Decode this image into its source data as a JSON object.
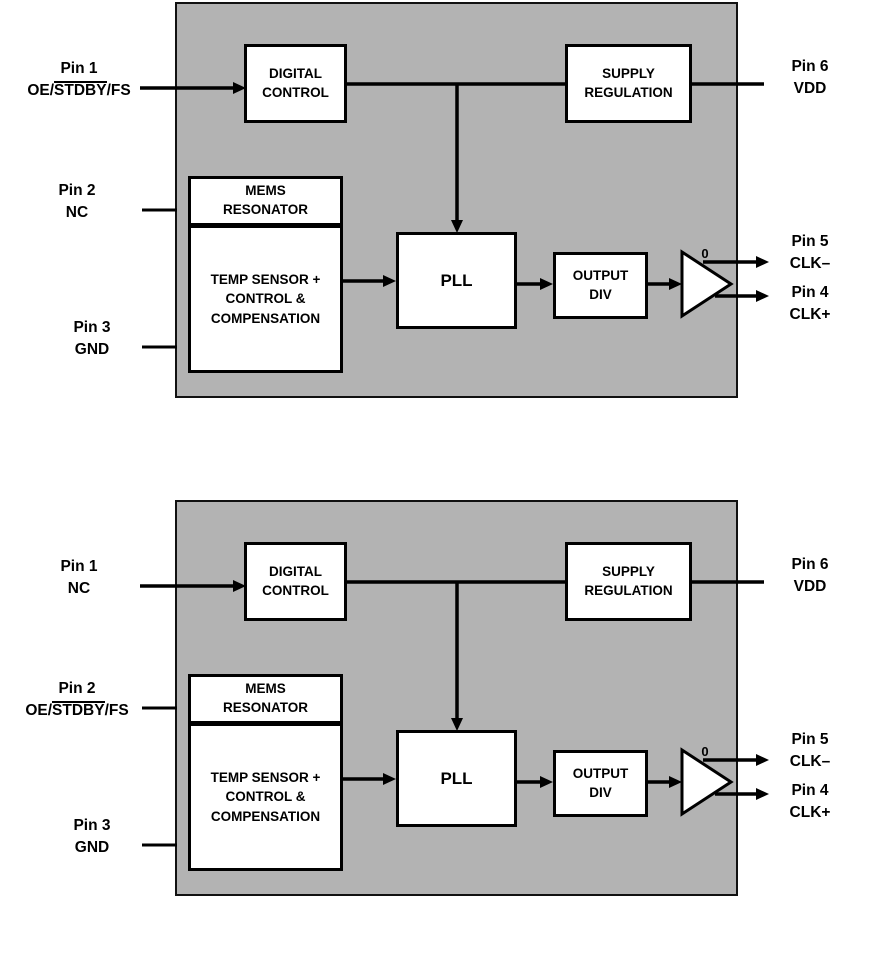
{
  "colors": {
    "chip_fill": "#b3b3b3",
    "block_fill": "#ffffff",
    "line": "#000000"
  },
  "diagrams": [
    {
      "variant": "top",
      "blocks": {
        "digital_control": "DIGITAL\nCONTROL",
        "supply_regulation": "SUPPLY\nREGULATION",
        "mems_resonator": "MEMS\nRESONATOR",
        "temp_comp": "TEMP SENSOR +\nCONTROL &\nCOMPENSATION",
        "pll": "PLL",
        "output_div": "OUTPUT\nDIV",
        "buffer_bubble": "0"
      },
      "pins_left": [
        {
          "name": "Pin 1",
          "pre": "OE/",
          "over": "STDBY",
          "post": "/FS"
        },
        {
          "name": "Pin 2",
          "pre": "NC",
          "over": "",
          "post": ""
        },
        {
          "name": "Pin 3",
          "pre": "GND",
          "over": "",
          "post": ""
        }
      ],
      "pins_right": [
        {
          "name": "Pin 6",
          "label": "VDD"
        },
        {
          "name": "Pin 5",
          "label": "CLK–"
        },
        {
          "name": "Pin 4",
          "label": "CLK+"
        }
      ]
    },
    {
      "variant": "bottom",
      "blocks": {
        "digital_control": "DIGITAL\nCONTROL",
        "supply_regulation": "SUPPLY\nREGULATION",
        "mems_resonator": "MEMS\nRESONATOR",
        "temp_comp": "TEMP SENSOR +\nCONTROL &\nCOMPENSATION",
        "pll": "PLL",
        "output_div": "OUTPUT\nDIV",
        "buffer_bubble": "0"
      },
      "pins_left": [
        {
          "name": "Pin 1",
          "pre": "NC",
          "over": "",
          "post": ""
        },
        {
          "name": "Pin 2",
          "pre": "OE/",
          "over": "STDBY",
          "post": "/FS"
        },
        {
          "name": "Pin 3",
          "pre": "GND",
          "over": "",
          "post": ""
        }
      ],
      "pins_right": [
        {
          "name": "Pin 6",
          "label": "VDD"
        },
        {
          "name": "Pin 5",
          "label": "CLK–"
        },
        {
          "name": "Pin 4",
          "label": "CLK+"
        }
      ]
    }
  ]
}
